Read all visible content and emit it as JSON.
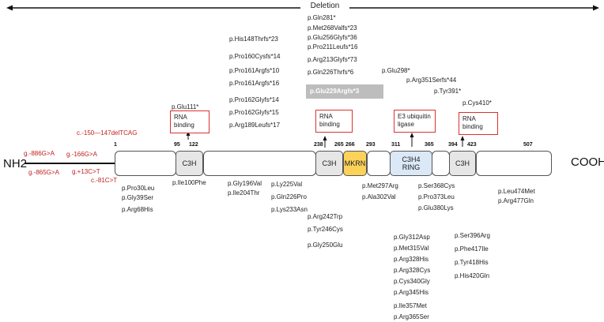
{
  "deletion_label": "Deletion",
  "n_terminus": "NH2",
  "c_terminus": "COOH",
  "positions": [
    "1",
    "95",
    "122",
    "238",
    "265",
    "266",
    "293",
    "311",
    "365",
    "394",
    "423",
    "507"
  ],
  "domains": {
    "c3h": "C3H",
    "mkrn": "MKRN",
    "c3h4_line1": "C3H4",
    "c3h4_line2": "RING"
  },
  "function_boxes": {
    "rna_line1": "RNA",
    "rna_line2": "binding",
    "e3_line1": "E3 ubiquitin",
    "e3_line2": "ligase"
  },
  "colors": {
    "c3h": "#e6e6e6",
    "mkrn": "#fcd25a",
    "ring": "#dbe8f6",
    "promoter_text": "#c0201c",
    "function_border": "#d9332e",
    "highlight_bg": "#bdbdbd"
  },
  "promoter_variants": {
    "top": [
      "c.-150—147delTCAG"
    ],
    "left_upper": [
      "g.-886G>A"
    ],
    "mid_upper": [
      "g.-166G>A"
    ],
    "left_lower": [
      "g.-865G>A"
    ],
    "mid_lower": [
      "g.+13C>T"
    ],
    "right_lower": [
      "c.-81C>T"
    ]
  },
  "truncating": {
    "glu111": "p.Glu111*",
    "col_a": [
      "p.His148Thrfs*23",
      "p.Pro160Cysfs*14",
      "p.Pro161Argfs*10",
      "p.Pro161Argfs*16",
      "p.Pro162Glyfs*14",
      "p.Pro162Glyfs*15",
      "p.Arg189Leufs*17"
    ],
    "col_b": [
      "p.Gln281*",
      "p.Met268Valfs*23",
      "p.Glu256Glyfs*36",
      "p.Pro211Leufs*16",
      "p.Arg213Glyfs*73",
      "p.Gln226Thrfs*6"
    ],
    "highlighted": "p.Glu229Argfs*3",
    "glu298": "p.Glu298*",
    "arg351": "p.Arg351Serfs*44",
    "tyr391": "p.Tyr391*",
    "cys410": "p.Cys410*"
  },
  "missense": {
    "g1": [
      "p.Pro30Leu",
      "p.Gly39Ser",
      "p.Arg68His"
    ],
    "g2": [
      "p.Ile100Phe"
    ],
    "g3": [
      "p.Gly196Val",
      "p.Ile204Thr"
    ],
    "g4": [
      "p.Ly225Val",
      "p.Gln226Pro",
      "p.Lys233Asn"
    ],
    "g5": [
      "p.Arg242Trp",
      "p.Tyr246Cys",
      "p.Gly250Glu"
    ],
    "g6": [
      "p.Met297Arg",
      "p.Ala302Val"
    ],
    "g7": [
      "p.Ser368Cys",
      "p.Pro373Leu",
      "p.Glu380Lys"
    ],
    "g8": [
      "p.Gly312Asp",
      "p.Met315Val",
      "p.Arg328His",
      "p.Arg328Cys",
      "p.Cys340Gly",
      "p.Arg345His",
      "p.Ile357Met",
      "p.Arg365Ser"
    ],
    "g9": [
      "p.Ser396Arg",
      "p.Phe417Ile",
      "p.Tyr418His",
      "p.His420Gln"
    ],
    "g10": [
      "p.Leu474Met",
      "p.Arg477Gln"
    ]
  }
}
